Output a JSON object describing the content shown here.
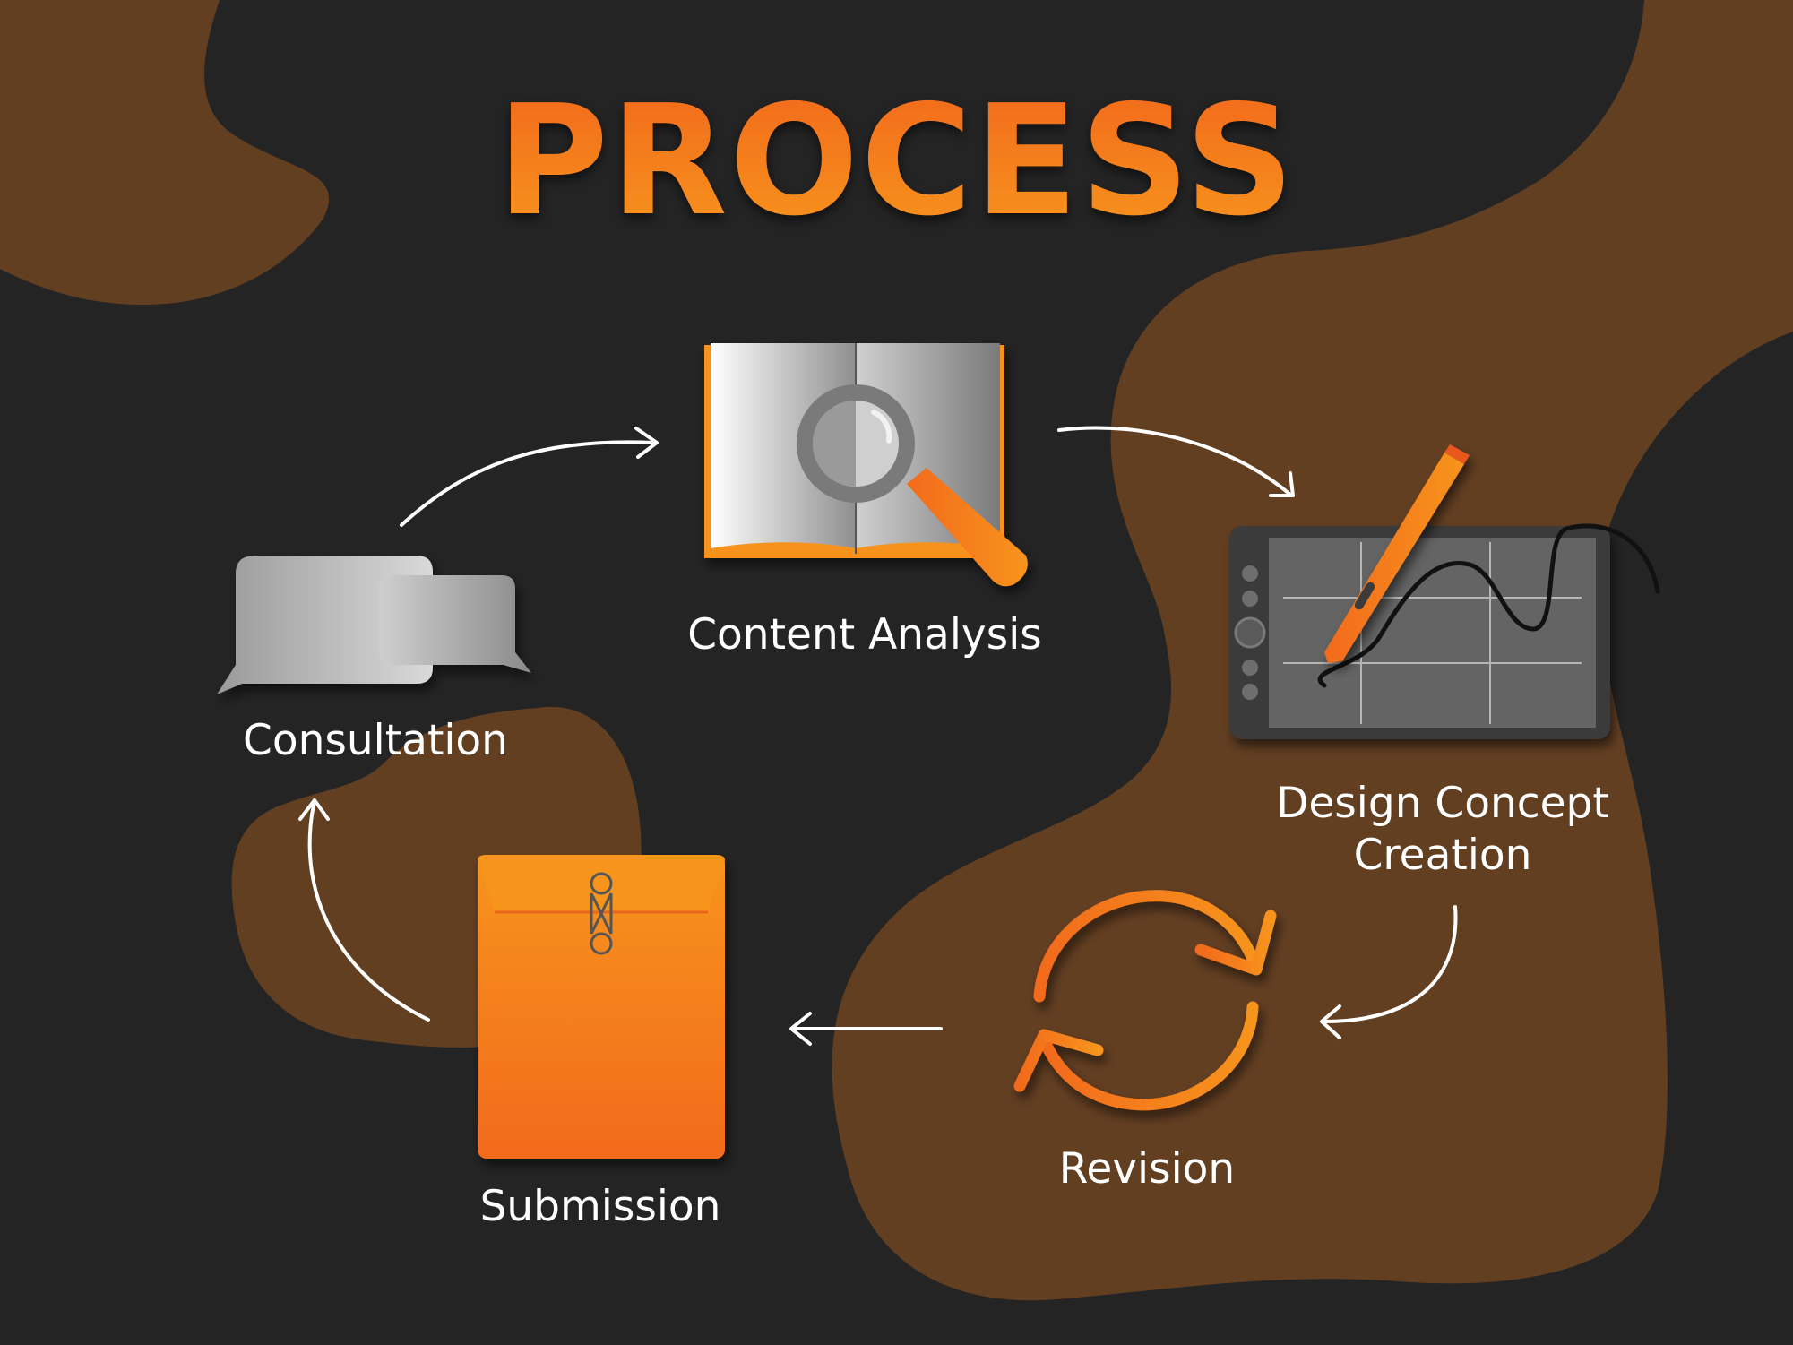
{
  "title": "PROCESS",
  "steps": [
    {
      "label": "Consultation",
      "icon": "chat-bubbles-icon"
    },
    {
      "label": "Content Analysis",
      "icon": "book-magnifier-icon"
    },
    {
      "label": "Design Concept Creation",
      "icon": "pen-tablet-icon"
    },
    {
      "label": "Revision",
      "icon": "refresh-arrows-icon"
    },
    {
      "label": "Submission",
      "icon": "envelope-icon"
    }
  ],
  "colors": {
    "background": "#242424",
    "blob": "#633f22",
    "accent": "#f7931e",
    "accent_dark": "#f26a1b",
    "text": "#ffffff"
  }
}
